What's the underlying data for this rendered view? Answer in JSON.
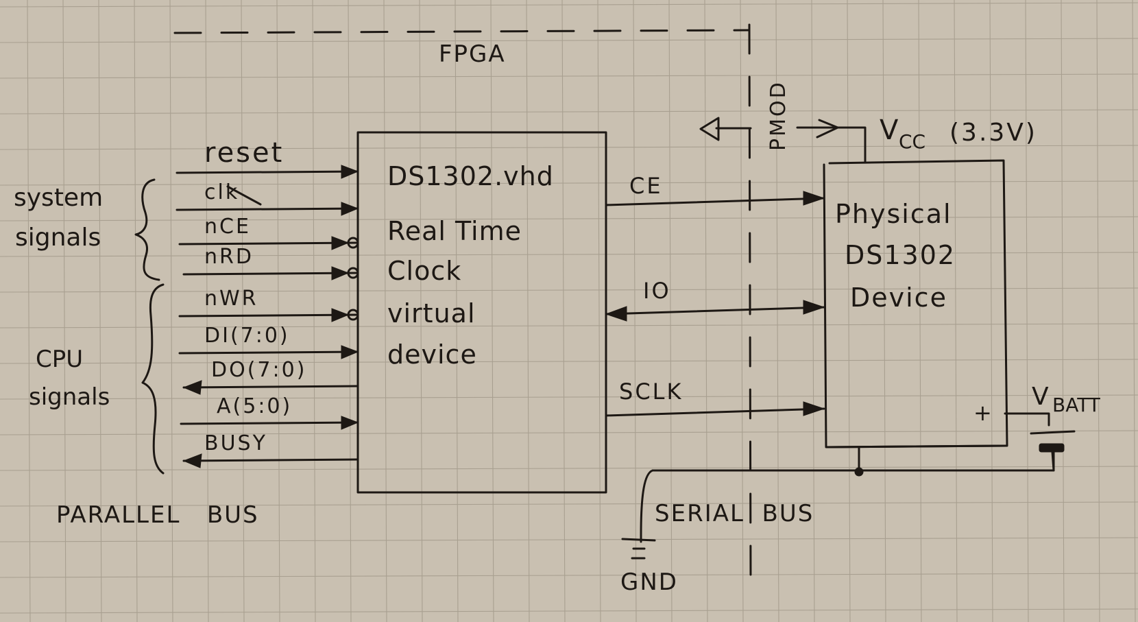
{
  "paper": {
    "background": "#c9c0b1",
    "grid_color": "#a89f90",
    "ink_color": "#1d1814"
  },
  "fpga": {
    "label": "FPGA"
  },
  "pmod": {
    "label": "PMOD"
  },
  "virtual_device": {
    "lines": [
      "DS1302.vhd",
      "Real Time",
      "Clock",
      "virtual",
      "device"
    ]
  },
  "physical_device": {
    "lines": [
      "Physical",
      "DS1302",
      "Device"
    ]
  },
  "groups": {
    "system": [
      "system",
      "signals"
    ],
    "cpu": [
      "CPU",
      "signals"
    ]
  },
  "parallel_signals": [
    {
      "name": "reset",
      "direction": "in",
      "active_low": false
    },
    {
      "name": "clk",
      "direction": "in",
      "active_low": false
    },
    {
      "name": "nCE",
      "direction": "in",
      "active_low": true
    },
    {
      "name": "nRD",
      "direction": "in",
      "active_low": true
    },
    {
      "name": "nWR",
      "direction": "in",
      "active_low": true
    },
    {
      "name": "DI(7:0)",
      "direction": "in",
      "active_low": false
    },
    {
      "name": "DO(7:0)",
      "direction": "out",
      "active_low": false
    },
    {
      "name": "A(5:0)",
      "direction": "in",
      "active_low": false
    },
    {
      "name": "BUSY",
      "direction": "out",
      "active_low": false
    }
  ],
  "serial_signals": [
    {
      "name": "CE",
      "direction": "out"
    },
    {
      "name": "IO",
      "direction": "bidir"
    },
    {
      "name": "SCLK",
      "direction": "out"
    }
  ],
  "power": {
    "vcc_label": "V",
    "vcc_sub": "CC",
    "vcc_value": "(3.3V)",
    "vbatt_label": "V",
    "vbatt_sub": "BATT",
    "plus": "+",
    "gnd_label": "GND"
  },
  "bus_labels": {
    "parallel": "PARALLEL   BUS",
    "serial": "SERIAL  BUS"
  }
}
